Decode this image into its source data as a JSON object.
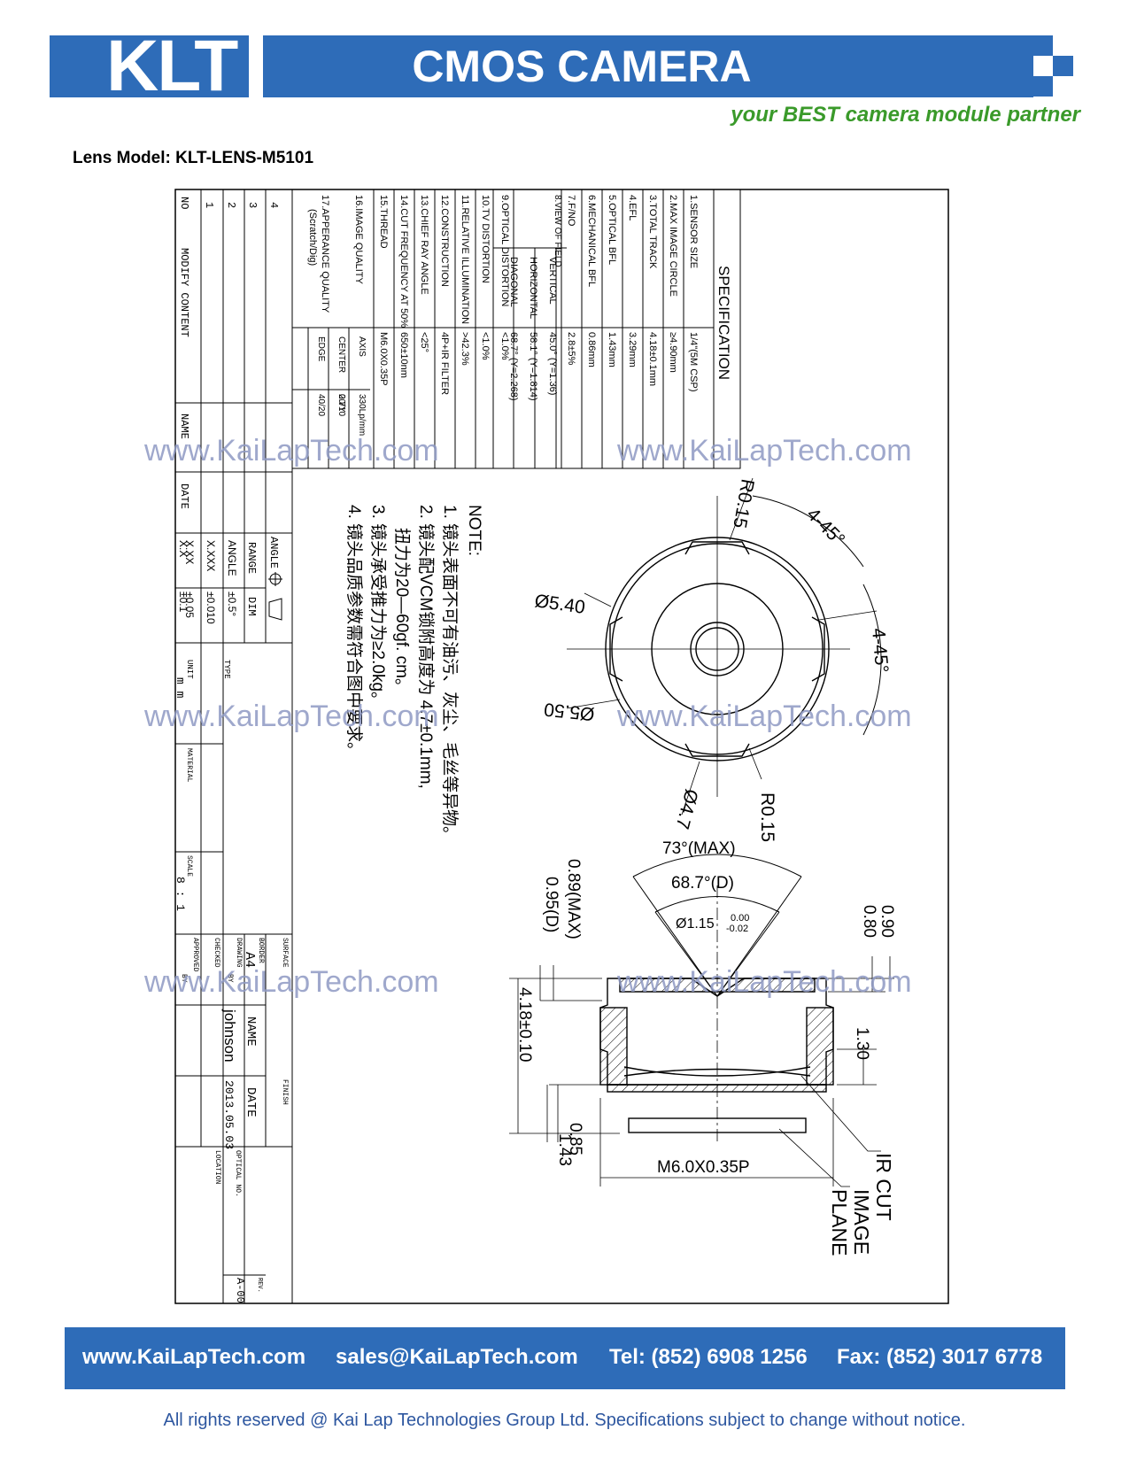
{
  "header": {
    "logo": "KLT",
    "title": "CMOS CAMERA MODULES",
    "tagline": "your BEST camera module partner"
  },
  "lens_model": "Lens Model: KLT-LENS-M5101",
  "spec": {
    "title": "SPECIFICATION",
    "rows": [
      {
        "label": "1.SENSOR SIZE",
        "value": "1/4\"(5M CSP)"
      },
      {
        "label": "2.MAX IMAGE CIRCLE",
        "value": "≥4.90mm"
      },
      {
        "label": "3.TOTAL TRACK",
        "value": "4.18±0.1mm"
      },
      {
        "label": "4.EFL",
        "value": "3.29mm"
      },
      {
        "label": "5.OPTICAL BFL",
        "value": "1.43mm"
      },
      {
        "label": "6.MECHANICAL BFL",
        "value": "0.86mm"
      },
      {
        "label": "7.F/NO",
        "value": "2.8±5%"
      },
      {
        "label": "10.TV DISTORTION",
        "value": "<1.0%"
      },
      {
        "label": "11.RELATIVE ILLUMINATION",
        "value": ">42.3%"
      },
      {
        "label": "12.CONSTRUCTION",
        "value": "4P+IR FILTER"
      },
      {
        "label": "13.CHIEF RAY ANGLE",
        "value": "<25°"
      },
      {
        "label": "14.CUT FREQUENCY AT 50%",
        "value": "650±10nm"
      },
      {
        "label": "15.THREAD",
        "value": "M6.0X0.35P"
      }
    ],
    "fov_label": "8.VIEW OF FIELD",
    "fov": [
      {
        "label": "VERTICAL",
        "value": "45.0° (Y=1.36)"
      },
      {
        "label": "HORIZONTAL",
        "value": "58.1° (Y=1.814)"
      },
      {
        "label": "DIAGONAL",
        "value": "68.7° (Y=2.268)"
      }
    ],
    "optical_distortion": {
      "label": "9.OPTICAL DISTORTION",
      "value": "<1.0%"
    },
    "image_quality": {
      "label": "16.IMAGE QUALITY",
      "rows": [
        {
          "label": "AXIS",
          "a": "0.7Y",
          "b": "330Lp/mm"
        },
        {
          "label": "CENTER",
          "a": "200Lp/mm",
          "b": "20/10"
        },
        {
          "label": "EDGE",
          "a": "",
          "b": "40/20"
        }
      ]
    },
    "appearance": {
      "label": "17.APPERANCE QUALITY",
      "sub": "(Scratch/Dig)"
    }
  },
  "revision": {
    "headers": [
      "NO",
      "MODIFY CONTENT",
      "NAME",
      "DATE"
    ],
    "numbers": [
      "1",
      "2",
      "3",
      "4"
    ]
  },
  "notes": {
    "title": "NOTE:",
    "items": [
      "1. 镜头表面不可有油污、灰尘、毛丝等异物。",
      "2. 镜头配VCM锁附高度为 4.7±0.1mm,",
      "扭力为20—60gf. cm。",
      "3. 镜头承受推力为≥2.0kg。",
      "4. 镜头品质参数需符合图中要求。"
    ]
  },
  "tolerance": {
    "angle_label": "ANGLE",
    "headers": [
      "RANGE",
      "DIM"
    ],
    "rows": [
      {
        "range": "ANGLE",
        "dim": "±0.5°"
      },
      {
        "range": "X.XXX",
        "dim": "±0.010"
      },
      {
        "range": "X.XX",
        "dim": "±0.05"
      },
      {
        "range": "X.X",
        "dim": "±0.1"
      }
    ]
  },
  "title_block": {
    "type_label": "TYPE",
    "unit_label": "UNIT",
    "unit": "m m",
    "material_label": "MATERIAL",
    "scale_label": "SCALE",
    "scale": "8 : 1",
    "surface_label": "SURFACE",
    "finish_label": "FINISH",
    "border_label": "BORDER",
    "border": "A4",
    "name_label": "NAME",
    "date_label": "DATE",
    "drawing_label": "DRAWING",
    "by_label": "BY",
    "drawn_by": "johnson",
    "drawn_date": "2013.05.03",
    "checked_label": "CHECKED",
    "approved_label": "APPROVED",
    "optical_no_label": "OPTICAL NO.",
    "location_label": "LOCATION",
    "rev_label": "REV.",
    "rev": "A-00"
  },
  "drawing": {
    "top_view": {
      "r015_a": "R0.15",
      "angle_a": "4-45°",
      "angle_b": "4-45°",
      "d540": "Ø5.40",
      "d550": "Ø5.50",
      "d47": "Ø4.7",
      "r015_b": "R0.15"
    },
    "side_view": {
      "fov_max": "73°(MAX)",
      "fov_d": "68.7°(D)",
      "aperture": "Ø1.15",
      "aperture_tol_up": "0.00",
      "aperture_tol_dn": "-0.02",
      "d089": "0.89(MAX)",
      "d095": "0.95(D)",
      "d090": "0.90",
      "d080": "0.80",
      "total": "4.18±0.10",
      "d130": "1.30",
      "d085": "0.85",
      "d143": "1.43",
      "thread": "M6.0X0.35P",
      "ir_cut": "IR CUT",
      "image_plane_1": "IMAGE",
      "image_plane_2": "PLANE"
    }
  },
  "watermark": "www.KaiLapTech.com",
  "footer": {
    "website": "www.KaiLapTech.com",
    "email": "sales@KaiLapTech.com",
    "tel": "Tel: (852) 6908 1256",
    "fax": "Fax: (852) 3017 6778"
  },
  "copyright": "All rights reserved @ Kai Lap Technologies Group Ltd.  Specifications subject to change without notice.",
  "colors": {
    "brand_blue": "#2e6cb8",
    "tagline_green": "#3a9a2a",
    "watermark": "#8f9ac4"
  }
}
